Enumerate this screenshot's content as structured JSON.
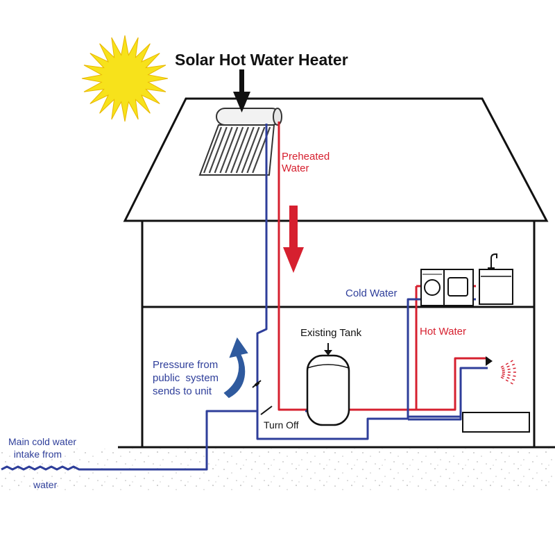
{
  "diagram": {
    "title": "Solar Hot Water Heater",
    "labels": {
      "preheated_water": "Preheated\nWater",
      "cold_water": "Cold Water",
      "hot_water": "Hot Water",
      "existing_tank": "Existing Tank",
      "pressure": "Pressure from\npublic  system\nsends to unit",
      "turn_off": "Turn Off",
      "main_intake": "Main cold water\n  intake from",
      "water": "water"
    },
    "colors": {
      "hot": "#d6202f",
      "cold": "#2e3e9a",
      "sun": "#f7e21b",
      "outline": "#111111"
    },
    "icons": [
      "sun-icon",
      "solar-collector-icon",
      "washing-machine-icon",
      "sink-icon",
      "shower-head-icon",
      "valve-icon"
    ]
  }
}
